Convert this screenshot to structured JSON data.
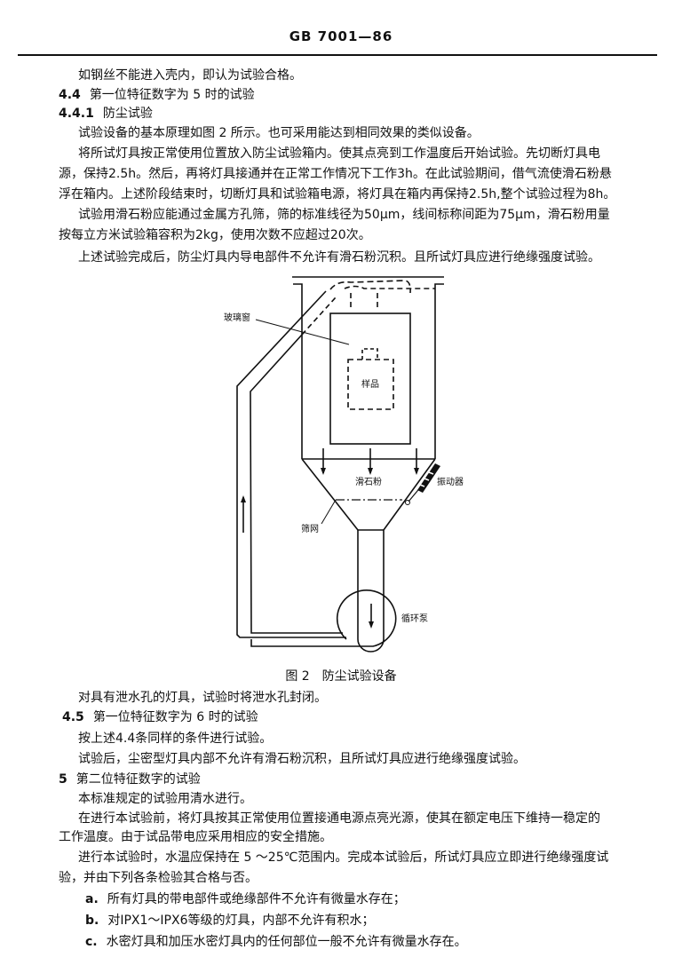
{
  "header": {
    "title": "GB 7001—86"
  },
  "top_lines": [
    {
      "num": "",
      "text": "如钢丝不能进入壳内，即认为试验合格。"
    },
    {
      "num": "4.4",
      "text": "第一位特征数字为 5 时的试验"
    },
    {
      "num": "4.4.1",
      "text": "防尘试验"
    },
    {
      "num": "",
      "text": "试验设备的基本原理如图 2 所示。也可采用能达到相同效果的类似设备。"
    },
    {
      "num": "",
      "text": "将所试灯具按正常使用位置放入防尘试验箱内。使其点亮到工作温度后开始试验。先切断灯具电"
    },
    {
      "num": "",
      "text": "源，保持2.5h。然后，再将灯具接通并在正常工作情况下工作3h。在此试验期间，借气流使滑石粉悬"
    },
    {
      "num": "",
      "text": "浮在箱内。上述阶段结束时，切断灯具和试验箱电源，将灯具在箱内再保持2.5h,整个试验过程为8h。"
    },
    {
      "num": "",
      "text": "试验用滑石粉应能通过金属方孔筛，筛的标准线径为50μm，线间标称间距为75μm，滑石粉用量"
    },
    {
      "num": "",
      "text": "按每立方米试验箱容积为2kg，使用次数不应超过20次。"
    },
    {
      "num": "",
      "text": "上述试验完成后，防尘灯具内导电部件不允许有滑石粉沉积。且所试灯具应进行绝缘强度试验。"
    }
  ],
  "figure": {
    "caption": "图 2　防尘试验设备",
    "labels": {
      "glass_window": "玻璃窗",
      "sample": "样品",
      "talc": "滑石粉",
      "vibrator": "振动器",
      "screen": "筛网",
      "pump": "循环泵"
    }
  },
  "bottom_lines": [
    {
      "num": "",
      "text": "对具有泄水孔的灯具，试验时将泄水孔封闭。"
    },
    {
      "num": "4.5",
      "text": "第一位特征数字为 6 时的试验"
    },
    {
      "num": "",
      "text": "按上述4.4条同样的条件进行试验。"
    },
    {
      "num": "",
      "text": "试验后，尘密型灯具内部不允许有滑石粉沉积，且所试灯具应进行绝缘强度试验。"
    },
    {
      "num": "5",
      "text": "第二位特征数字的试验"
    },
    {
      "num": "",
      "text": "本标准规定的试验用清水进行。"
    },
    {
      "num": "",
      "text": "在进行本试验前，将灯具按其正常使用位置接通电源点亮光源，使其在额定电压下维持一稳定的"
    },
    {
      "num": "",
      "text": "工作温度。由于试品带电应采用相应的安全措施。"
    },
    {
      "num": "",
      "text": "进行本试验时，水温应保持在 5 ～25℃范围内。完成本试验后，所试灯具应立即进行绝缘强度试"
    },
    {
      "num": "",
      "text": "验，并由下列各条检验其合格与否。"
    },
    {
      "num": "a.",
      "text": "所有灯具的带电部件或绝缘部件不允许有微量水存在；"
    },
    {
      "num": "b.",
      "text": "对IPX1～IPX6等级的灯具，内部不允许有积水；"
    },
    {
      "num": "c.",
      "text": "水密灯具和加压水密灯具内的任何部位一般不允许有微量水存在。"
    }
  ]
}
